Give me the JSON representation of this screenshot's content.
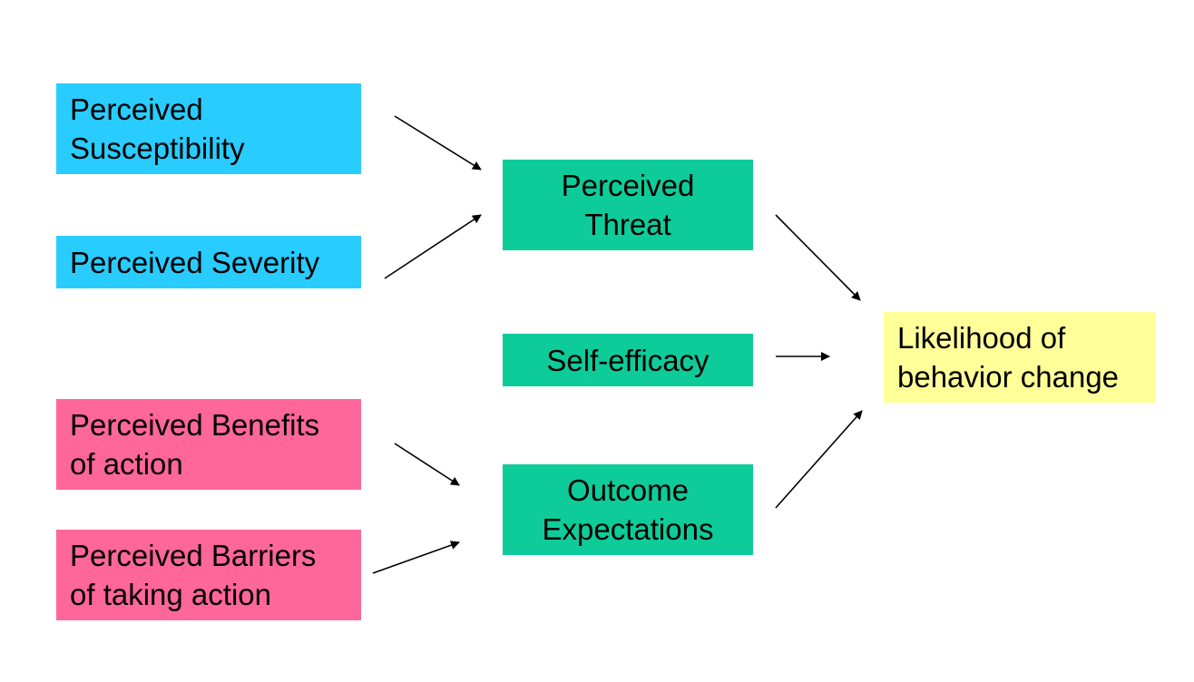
{
  "colors": {
    "individual_perceptions": "#29CCFF",
    "modifying_factors": "#FF6699",
    "mediators": "#0ECC99",
    "outcome": "#FFFF99",
    "arrow": "#000000"
  },
  "nodes": {
    "susceptibility": {
      "line1": "Perceived",
      "line2": "Susceptibility"
    },
    "severity": {
      "line1": "Perceived Severity"
    },
    "benefits": {
      "line1": "Perceived Benefits",
      "line2": "of action"
    },
    "barriers": {
      "line1": "Perceived Barriers",
      "line2": "of taking action"
    },
    "threat": {
      "line1": "Perceived",
      "line2": "Threat"
    },
    "self_efficacy": {
      "line1": "Self-efficacy"
    },
    "outcome_expectations": {
      "line1": "Outcome",
      "line2": "Expectations"
    },
    "likelihood": {
      "line1": "Likelihood of",
      "line2": "behavior change"
    }
  },
  "edges": [
    {
      "from": "susceptibility",
      "to": "threat"
    },
    {
      "from": "severity",
      "to": "threat"
    },
    {
      "from": "benefits",
      "to": "outcome_expectations"
    },
    {
      "from": "barriers",
      "to": "outcome_expectations"
    },
    {
      "from": "threat",
      "to": "likelihood"
    },
    {
      "from": "self_efficacy",
      "to": "likelihood"
    },
    {
      "from": "outcome_expectations",
      "to": "likelihood"
    }
  ]
}
